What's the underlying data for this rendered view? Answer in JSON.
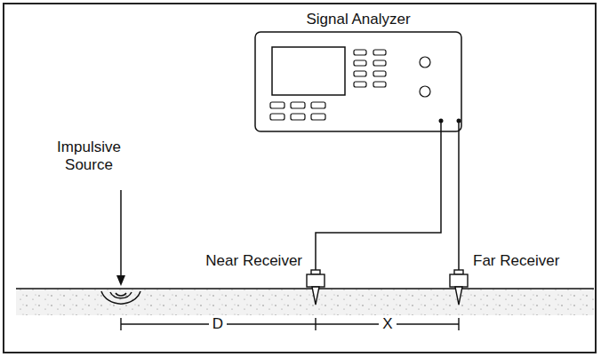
{
  "diagram": {
    "labels": [
      "Signal Analyzer",
      "Impulsive Source",
      "Near Receiver",
      "Far Receiver",
      "D",
      "X"
    ]
  }
}
